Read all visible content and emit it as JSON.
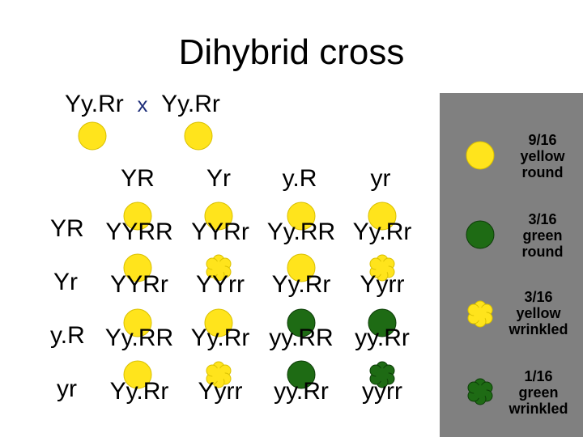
{
  "title": "Dihybrid cross",
  "cross": {
    "parent1": "Yy.Rr",
    "operator": "x",
    "parent2": "Yy.Rr"
  },
  "gametes": [
    "YR",
    "Yr",
    "y.R",
    "yr"
  ],
  "rows": [
    {
      "label": "YR",
      "cells": [
        "YYRR",
        "YYRr",
        "Yy.RR",
        "Yy.Rr"
      ],
      "peas": [
        "yellow-round",
        "yellow-round",
        "yellow-round",
        "yellow-round"
      ]
    },
    {
      "label": "Yr",
      "cells": [
        "YYRr",
        "YYrr",
        "Yy.Rr",
        "Yyrr"
      ],
      "peas": [
        "yellow-round",
        "yellow-wrinkled",
        "yellow-round",
        "yellow-wrinkled"
      ]
    },
    {
      "label": "y.R",
      "cells": [
        "Yy.RR",
        "Yy.Rr",
        "yy.RR",
        "yy.Rr"
      ],
      "peas": [
        "yellow-round",
        "yellow-round",
        "green-round",
        "green-round"
      ]
    },
    {
      "label": "yr",
      "cells": [
        "Yy.Rr",
        "Yyrr",
        "yy.Rr",
        "yyrr"
      ],
      "peas": [
        "yellow-round",
        "yellow-wrinkled",
        "green-round",
        "green-wrinkled"
      ]
    }
  ],
  "legend": [
    {
      "ratio": "9/16",
      "color_word": "yellow",
      "shape_word": "round",
      "pea": "yellow-round"
    },
    {
      "ratio": "3/16",
      "color_word": "green",
      "shape_word": "round",
      "pea": "green-round"
    },
    {
      "ratio": "3/16",
      "color_word": "yellow",
      "shape_word": "wrinkled",
      "pea": "yellow-wrinkled"
    },
    {
      "ratio": "1/16",
      "color_word": "green",
      "shape_word": "wrinkled",
      "pea": "green-wrinkled"
    }
  ],
  "colors": {
    "yellow": "#ffe41c",
    "green": "#1e6b14",
    "panel": "#808080",
    "operator": "#1f2f7a"
  }
}
